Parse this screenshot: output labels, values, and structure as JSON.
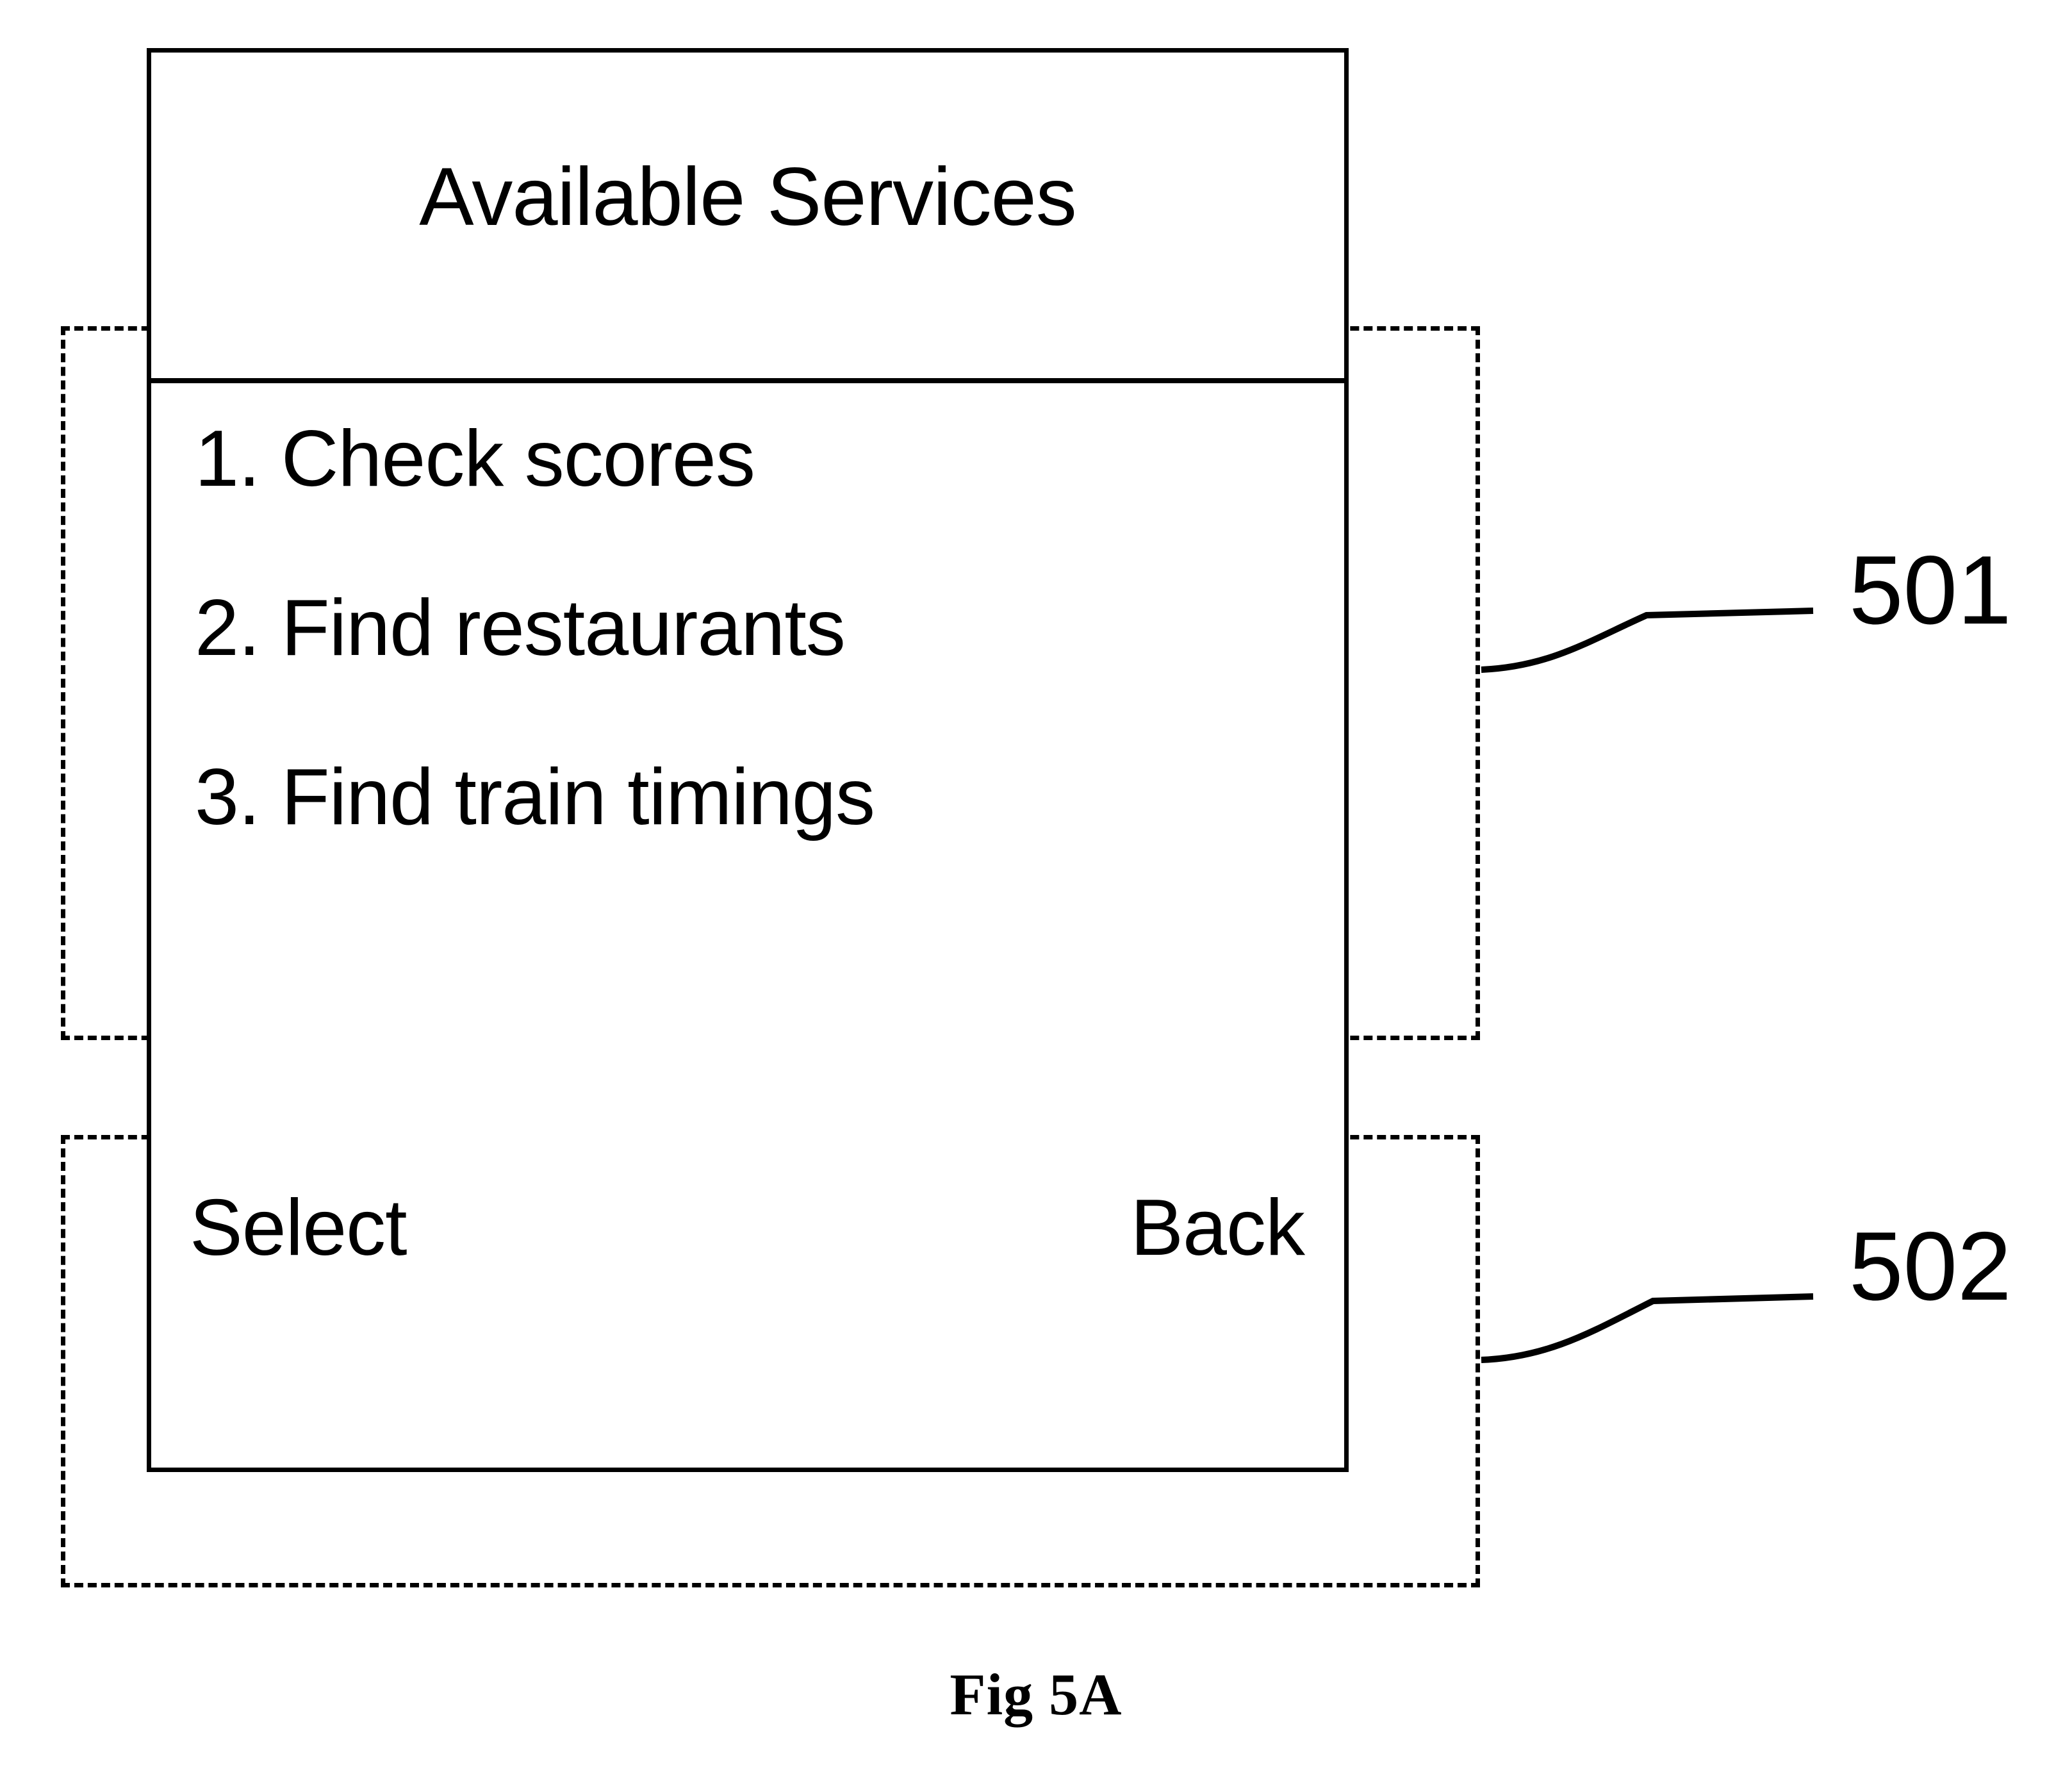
{
  "figure": {
    "caption": "Fig 5A",
    "colors": {
      "ink": "#000000",
      "paper": "#ffffff"
    }
  },
  "screen": {
    "title": "Available Services",
    "menu_items": [
      {
        "number": "1.",
        "label": "Check scores",
        "text": "1. Check scores"
      },
      {
        "number": "2.",
        "label": "Find restaurants",
        "text": "2. Find restaurants"
      },
      {
        "number": "3.",
        "label": "Find train timings",
        "text": "3. Find train timings"
      }
    ],
    "softkeys": {
      "left": "Select",
      "right": "Back"
    }
  },
  "callouts": [
    {
      "ref": "501",
      "target": "menu-list-region",
      "description": "Dashed region enclosing the numbered list of available services"
    },
    {
      "ref": "502",
      "target": "softkey-region",
      "description": "Dashed region enclosing the Select / Back soft key bar"
    }
  ]
}
